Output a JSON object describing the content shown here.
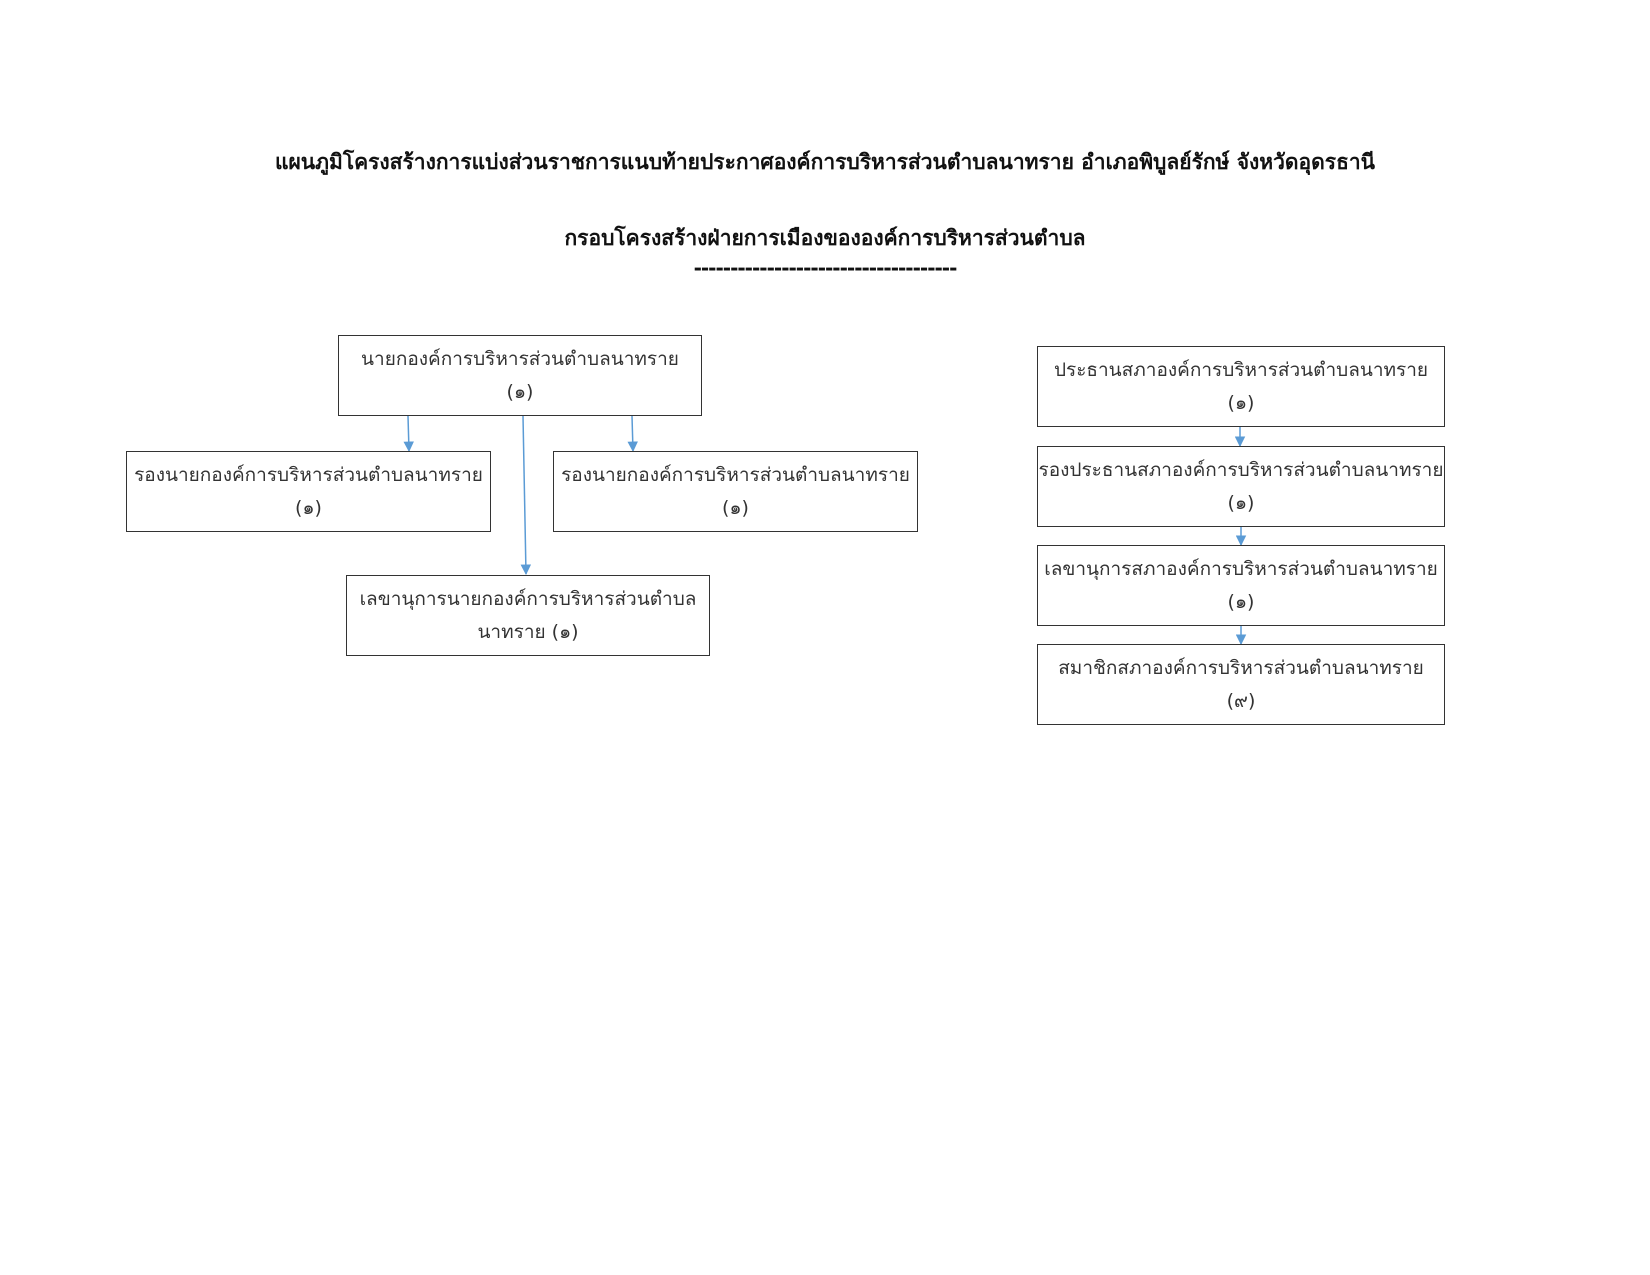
{
  "document": {
    "title": "แผนภูมิโครงสร้างการแบ่งส่วนราชการแนบท้ายประกาศองค์การบริหารส่วนตำบลนาทราย  อำเภอพิบูลย์รักษ์  จังหวัดอุดรธานี",
    "subtitle": "กรอบโครงสร้างฝ่ายการเมืองขององค์การบริหารส่วนตำบล",
    "divider": "------------------------------------"
  },
  "executive": {
    "mayor": {
      "line1": "นายกองค์การบริหารส่วนตำบลนาทราย",
      "line2": "(๑)"
    },
    "deputy_left": {
      "line1": "รองนายกองค์การบริหารส่วนตำบลนาทราย",
      "line2": "(๑)"
    },
    "deputy_right": {
      "line1": "รองนายกองค์การบริหารส่วนตำบลนาทราย",
      "line2": "(๑)"
    },
    "secretary": {
      "line1": "เลขานุการนายกองค์การบริหารส่วนตำบล",
      "line2": "นาทราย (๑)"
    }
  },
  "council": {
    "president": {
      "line1": "ประธานสภาองค์การบริหารส่วนตำบลนาทราย",
      "line2": "(๑)"
    },
    "vice_president": {
      "line1": "รองประธานสภาองค์การบริหารส่วนตำบลนาทราย",
      "line2": "(๑)"
    },
    "secretary": {
      "line1": "เลขานุการสภาองค์การบริหารส่วนตำบลนาทราย",
      "line2": "(๑)"
    },
    "members": {
      "line1": "สมาชิกสภาองค์การบริหารส่วนตำบลนาทราย",
      "line2": "(๙)"
    }
  },
  "colors": {
    "arrow": "#5b9bd5",
    "border": "#333333"
  }
}
